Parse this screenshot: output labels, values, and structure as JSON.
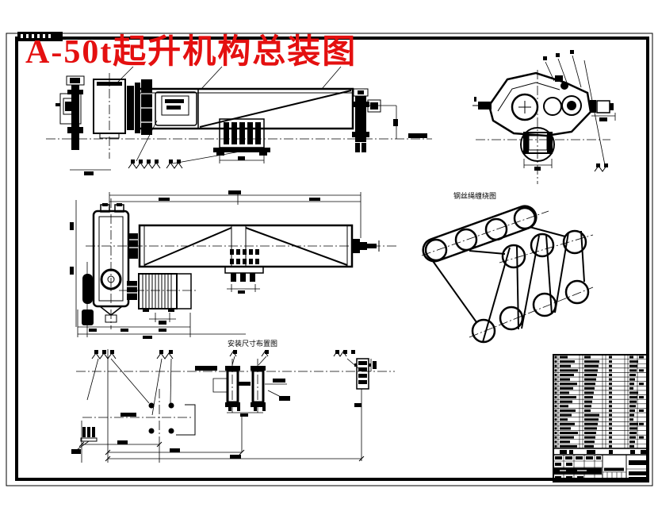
{
  "colors": {
    "paper": "#ffffff",
    "ink": "#000000",
    "title_red": "#e41010"
  },
  "title": {
    "text": "A-50t起升机构总装图"
  },
  "captions": {
    "reeving_diagram": "钢丝绳缠绕图",
    "installation_layout": "安装尺寸布置图"
  },
  "titleblock": {
    "bom_rows": 21
  }
}
